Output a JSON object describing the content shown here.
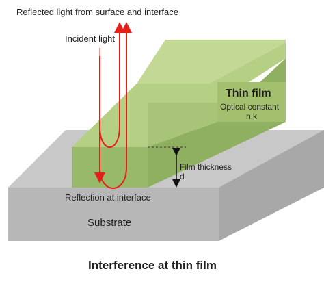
{
  "diagram": {
    "labels": {
      "reflected_light": "Reflected light from surface and interface",
      "incident_light": "Incident light",
      "thin_film": "Thin film",
      "optical_constant": "Optical constant",
      "nk": "n,k",
      "film_thickness": "Film thickness",
      "d": "d",
      "reflection_at_interface": "Reflection at interface",
      "substrate": "Substrate"
    },
    "caption": "Interference at thin film",
    "colors": {
      "film_top": "#b5cf84",
      "film_front": "#98b96a",
      "substrate_top": "#c8c8c8",
      "substrate_front": "#b7b7b7",
      "ray": "#e32119",
      "text": "#231f20"
    }
  }
}
